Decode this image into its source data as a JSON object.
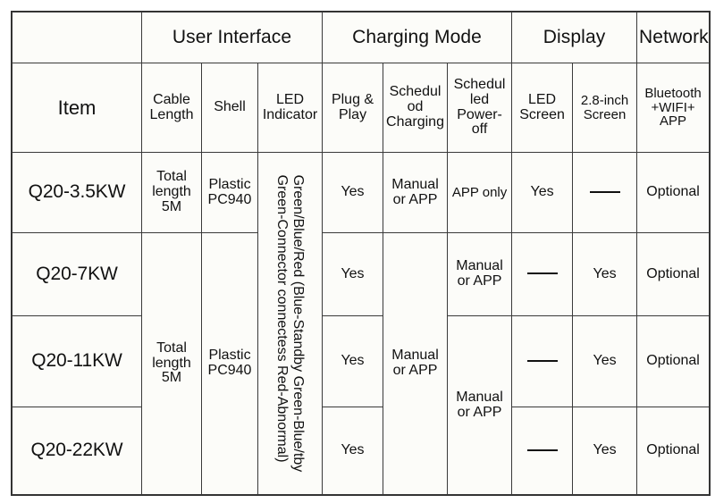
{
  "table": {
    "group_headers": [
      {
        "label": "",
        "key": "item-blank"
      },
      {
        "label": "User Interface",
        "key": "user-interface"
      },
      {
        "label": "Charging Mode",
        "key": "charging-mode"
      },
      {
        "label": "Display",
        "key": "display"
      },
      {
        "label": "Network",
        "key": "network"
      }
    ],
    "columns": [
      {
        "key": "item",
        "label": "Item"
      },
      {
        "key": "cable",
        "label_line1": "Cable",
        "label_line2": "Length"
      },
      {
        "key": "shell",
        "label": "Shell"
      },
      {
        "key": "led",
        "label_line1": "LED",
        "label_line2": "Indicator"
      },
      {
        "key": "plug",
        "label_line1": "Plug &",
        "label_line2": "Play"
      },
      {
        "key": "scheduled",
        "label_line1": "Schedul",
        "label_line2": "od",
        "label_line3": "Charging"
      },
      {
        "key": "poweroff",
        "label_line1": "Schedul",
        "label_line2": "led",
        "label_line3": "Power-",
        "label_line4": "off"
      },
      {
        "key": "ledscreen",
        "label_line1": "LED",
        "label_line2": "Screen"
      },
      {
        "key": "screen28",
        "label_line1": "2.8-inch",
        "label_line2": "Screen"
      },
      {
        "key": "network",
        "label_line1": "Bluetooth",
        "label_line2": "+WIFI+",
        "label_line3": "APP"
      }
    ],
    "led_indicator_text": {
      "line1": "Green/Blue/Red (Blue-Standby Green-Blue/tby",
      "line2": "Green-Connector connectess Red-Abnormal)"
    },
    "rows": [
      {
        "model": "Q20-3.5KW",
        "cable_line1": "Total",
        "cable_line2": "length",
        "cable_line3": "5M",
        "shell_line1": "Plastic",
        "shell_line2": "PC940",
        "plug": "Yes",
        "scheduled_line1": "Manual",
        "scheduled_line2": "or APP",
        "poweroff": "APP only",
        "ledscreen": "Yes",
        "screen28": "—",
        "network": "Optional"
      },
      {
        "model": "Q20-7KW",
        "plug": "Yes",
        "poweroff_line1": "Manual",
        "poweroff_line2": "or APP",
        "ledscreen": "—",
        "screen28": "Yes",
        "network": "Optional"
      },
      {
        "model": "Q20-11KW",
        "cable_line1": "Total",
        "cable_line2": "length",
        "cable_line3": "5M",
        "shell_line1": "Plastic",
        "shell_line2": "PC940",
        "plug": "Yes",
        "scheduled_line1": "Manual",
        "scheduled_line2": "or APP",
        "poweroff_line1": "Manual",
        "poweroff_line2": "or APP",
        "ledscreen": "—",
        "screen28": "Yes",
        "network": "Optional"
      },
      {
        "model": "Q20-22KW",
        "plug": "Yes",
        "ledscreen": "—",
        "screen28": "Yes",
        "network": "Optional"
      }
    ]
  },
  "style": {
    "border_color": "#3a3a3a",
    "background": "#fcfcf9",
    "text_color": "#111111"
  }
}
